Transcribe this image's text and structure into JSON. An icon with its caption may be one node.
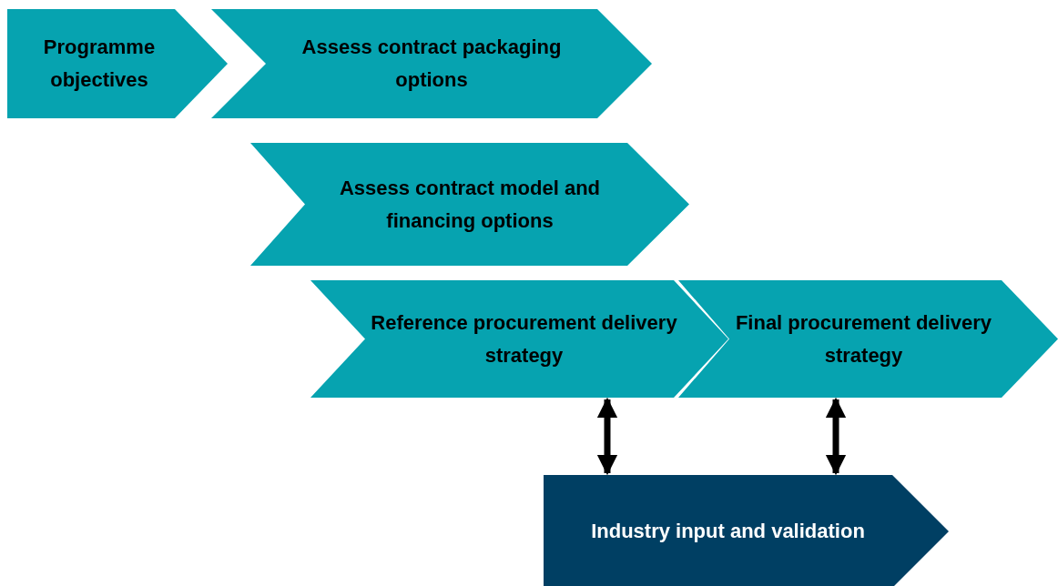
{
  "diagram": {
    "nodes": [
      {
        "text": [
          "Programme objectives"
        ]
      },
      {
        "text": [
          "Assess contract packaging options"
        ]
      },
      {
        "text": [
          "Assess contract model and financing options"
        ]
      },
      {
        "text": [
          "Reference procurement delivery strategy"
        ]
      },
      {
        "text": [
          "Final procurement delivery strategy"
        ]
      },
      {
        "text": [
          "Industry input and validation"
        ]
      }
    ],
    "edges": [
      {
        "from": 3,
        "to": 5,
        "arrow": "both"
      },
      {
        "from": 4,
        "to": 5,
        "arrow": "both"
      }
    ]
  }
}
